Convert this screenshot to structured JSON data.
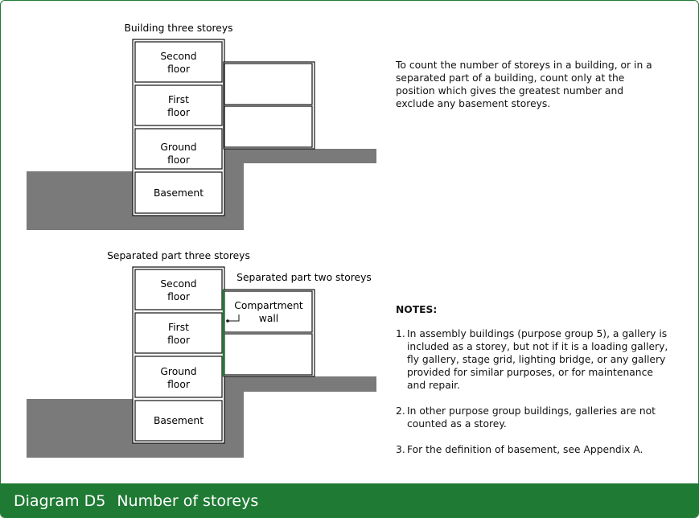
{
  "top_section": {
    "title": "Building three storeys",
    "floors": [
      "Second floor",
      "First floor",
      "Ground floor",
      "Basement"
    ]
  },
  "bottom_section": {
    "title": "Separated part three storeys",
    "title_right": "Separated part two storeys",
    "floors": [
      "Second floor",
      "First floor",
      "Ground floor",
      "Basement"
    ],
    "compartment_label": "Compartment wall"
  },
  "intro_text": "To count the number of storeys in a building, or in a separated part of a building, count only at the position which gives the greatest number and exclude any basement storeys.",
  "notes": {
    "heading": "NOTES:",
    "items": [
      {
        "num": "1.",
        "text": "In assembly buildings (purpose group 5), a gallery is included as a storey, but not if it is a loading gallery, fly gallery, stage grid, lighting bridge, or any gallery provided for similar purposes, or for maintenance and repair."
      },
      {
        "num": "2.",
        "text": "In other purpose group buildings, galleries are not counted as a storey."
      },
      {
        "num": "3.",
        "text": "For the definition of basement, see Appendix A."
      }
    ]
  },
  "caption": {
    "number": "Diagram D5",
    "title": "Number of storeys"
  },
  "colors": {
    "ground": "#7a7a7a",
    "brand_green": "#1f7a34",
    "compartment_wall": "#1f7a34"
  }
}
